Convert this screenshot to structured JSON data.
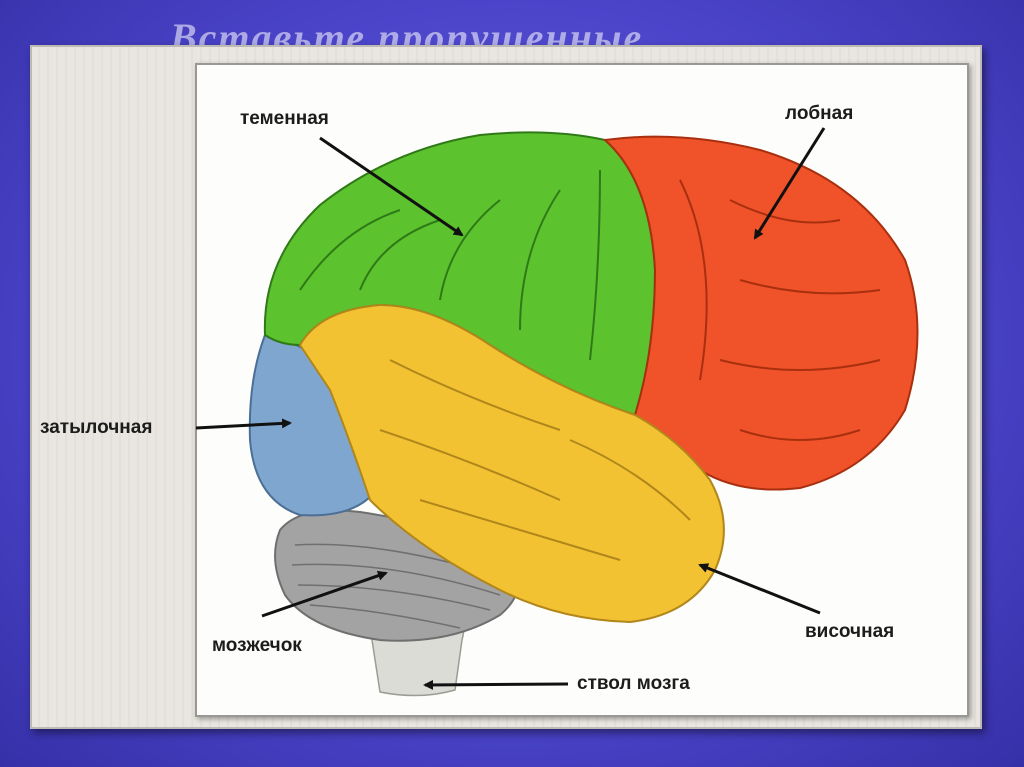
{
  "slide": {
    "title": "Вставьте пропущенные",
    "colors": {
      "frame": "#4a43c8",
      "panel": "#e9e6e1",
      "picture": "#fdfdfb"
    }
  },
  "diagram": {
    "lobes": {
      "parietal": {
        "label": "теменная",
        "color": "#5cc22e"
      },
      "frontal": {
        "label": "лобная",
        "color": "#f0522a"
      },
      "occipital": {
        "label": "затылочная",
        "color": "#7fa6cf"
      },
      "temporal": {
        "label": "височная",
        "color": "#f2c233"
      },
      "cerebellum": {
        "label": "мозжечок",
        "color": "#a3a3a3"
      },
      "brainstem": {
        "label": "ствол мозга",
        "color": "#dcdcd6"
      }
    }
  }
}
